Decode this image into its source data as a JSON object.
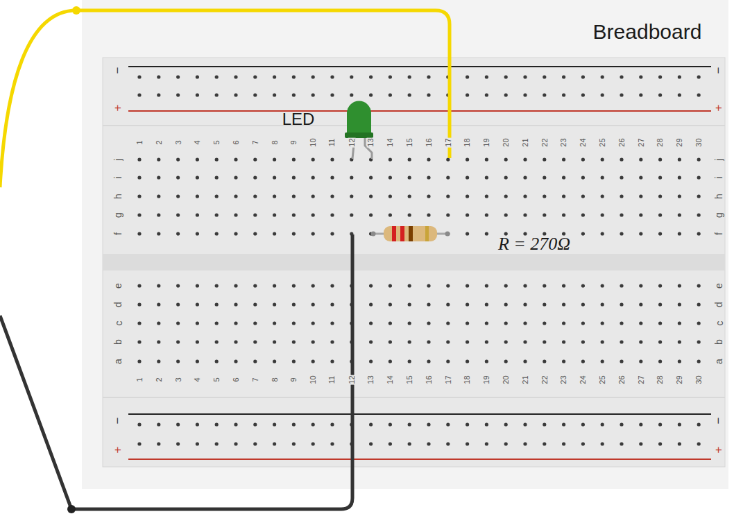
{
  "diagram": {
    "labels": [
      "Breadboard",
      "LED",
      "R = 270Ω",
      "1",
      "2",
      "3",
      "4",
      "5",
      "6",
      "7",
      "8",
      "9",
      "10",
      "11",
      "12",
      "13",
      "14",
      "15",
      "16",
      "17",
      "18",
      "19",
      "20",
      "21",
      "22",
      "23",
      "24",
      "25",
      "26",
      "27",
      "28",
      "29",
      "30",
      "1",
      "2",
      "3",
      "4",
      "5",
      "6",
      "7",
      "8",
      "9",
      "10",
      "11",
      "12",
      "13",
      "14",
      "15",
      "16",
      "17",
      "18",
      "19",
      "20",
      "21",
      "22",
      "23",
      "24",
      "25",
      "26",
      "27",
      "28",
      "29",
      "30",
      "j",
      "i",
      "h",
      "g",
      "f",
      "j",
      "i",
      "h",
      "g",
      "f",
      "e",
      "d",
      "c",
      "b",
      "a",
      "e",
      "d",
      "c",
      "b",
      "a",
      "−",
      "+",
      "−",
      "+",
      "−",
      "+",
      "−",
      "+"
    ]
  }
}
